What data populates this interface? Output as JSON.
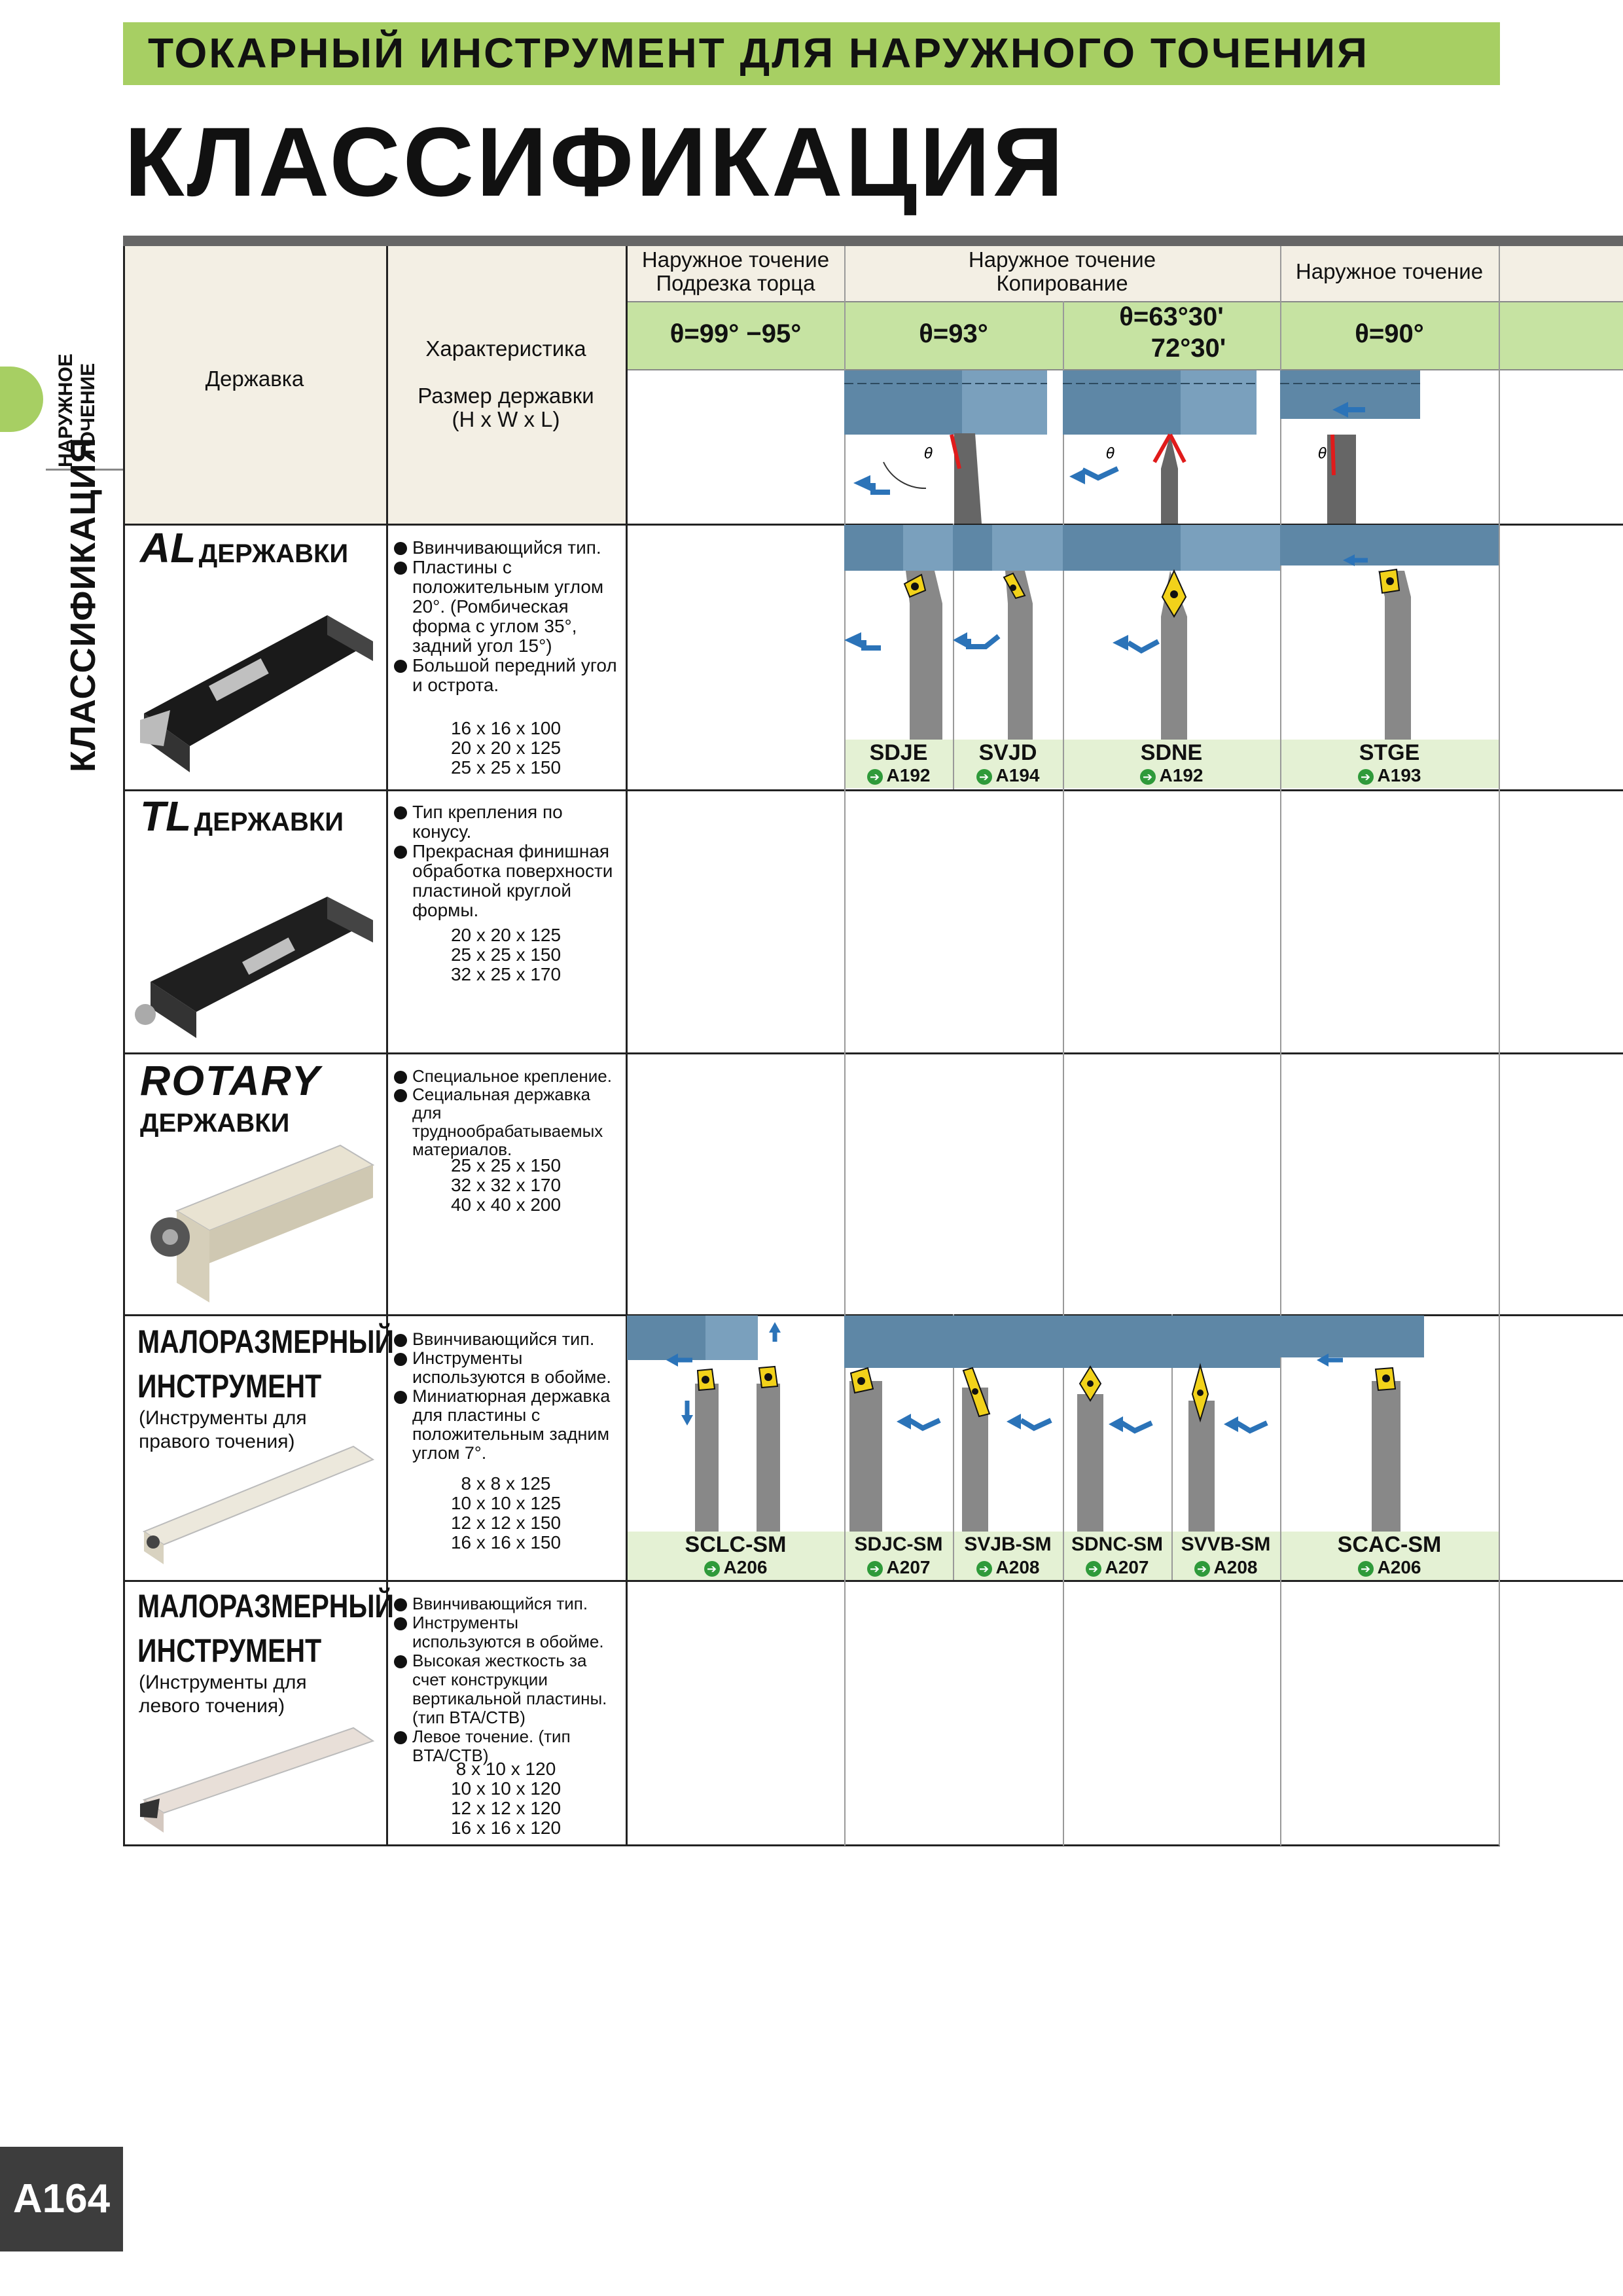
{
  "banner": "ТОКАРНЫЙ ИНСТРУМЕНТ ДЛЯ НАРУЖНОГО ТОЧЕНИЯ",
  "title": "КЛАССИФИКАЦИЯ",
  "side": {
    "small_1": "НАРУЖНОЕ",
    "small_2": "ТОЧЕНИЕ",
    "big": "КЛАССИФИКАЦИЯ"
  },
  "header": {
    "holder": "Державка",
    "characteristic": "Характеристика",
    "size_1": "Размер державки",
    "size_2": "(H x W x L)",
    "groups": [
      {
        "line1": "Наружное точение",
        "line2": "Подрезка торца"
      },
      {
        "line1": "Наружное точение",
        "line2": "Копирование"
      },
      {
        "line1": "Наружное точение",
        "line2": ""
      }
    ],
    "angles": [
      "θ=99° −95°",
      "θ=93°",
      "θ=63°30'",
      "72°30'",
      "θ=90°"
    ]
  },
  "rows": [
    {
      "name_big": "AL",
      "name_small": "ДЕРЖАВКИ",
      "bullets": [
        "Ввинчивающийся тип.",
        "Пластины с положительным углом 20°. (Ромбическая форма с углом 35°, задний угол 15°)",
        "Большой передний угол и острота."
      ],
      "sizes": [
        "16 x 16 x 100",
        "20 x 20 x 125",
        "25 x 25 x 150"
      ]
    },
    {
      "name_big": "TL",
      "name_small": "ДЕРЖАВКИ",
      "bullets": [
        "Тип крепления по конусу.",
        "Прекрасная финишная обработка поверхности пластиной круглой формы."
      ],
      "sizes": [
        "20 x 20 x 125",
        "25 x 25 x 150",
        "32 x 25 x 170"
      ]
    },
    {
      "name_big": "ROTARY",
      "name_small": "ДЕРЖАВКИ",
      "bullets": [
        "Специальное крепление.",
        "Сециальная державка для труднообрабатываемых материалов."
      ],
      "sizes": [
        "25 x 25 x 150",
        "32 x 32 x 170",
        "40 x 40 x 200"
      ]
    },
    {
      "name_big": "МАЛОРАЗМЕРНЫЙ",
      "name_big2": "ИНСТРУМЕНТ",
      "name_sub1": "(Инструменты для",
      "name_sub2": "правого точения)",
      "bullets": [
        "Ввинчивающийся тип.",
        "Инструменты используются в обойме.",
        "Миниатюрная державка для пластины с положительным задним углом 7°."
      ],
      "sizes": [
        "8 x   8 x 125",
        "10 x 10 x 125",
        "12 x 12 x 150",
        "16 x 16 x 150"
      ]
    },
    {
      "name_big": "МАЛОРАЗМЕРНЫЙ",
      "name_big2": "ИНСТРУМЕНТ",
      "name_sub1": "(Инструменты для",
      "name_sub2": "левого точения)",
      "bullets": [
        "Ввинчивающийся тип.",
        "Инструменты используются в обойме.",
        "Высокая жесткость за счет конструкции вертикальной пластины.(тип BTA/CTB)",
        "Левое точение. (тип BTA/CTB)"
      ],
      "sizes": [
        "8 x 10 x 120",
        "10 x 10 x 120",
        "12 x 12 x 120",
        "16 x 16 x 120"
      ]
    }
  ],
  "al_codes": [
    {
      "code": "SDJE",
      "ref": "A192"
    },
    {
      "code": "SVJD",
      "ref": "A194"
    },
    {
      "code": "SDNE",
      "ref": "A192"
    },
    {
      "code": "STGE",
      "ref": "A193"
    }
  ],
  "sm_codes": [
    {
      "code": "SCLC-SM",
      "ref": "A206"
    },
    {
      "code": "SDJC-SM",
      "ref": "A207"
    },
    {
      "code": "SVJB-SM",
      "ref": "A208"
    },
    {
      "code": "SDNC-SM",
      "ref": "A207"
    },
    {
      "code": "SVVB-SM",
      "ref": "A208"
    },
    {
      "code": "SCAC-SM",
      "ref": "A206"
    }
  ],
  "theta_symbol": "θ",
  "page_number": "A164",
  "colors": {
    "banner": "#a7cf63",
    "header_beige": "#f3efe4",
    "angle_green": "#c6e3a2",
    "code_green": "#e4f1d4",
    "workpiece_blue": "#5e87a6",
    "arrow_blue": "#2b73b8",
    "insert_yellow": "#f2d21a",
    "edge_red": "#e01b1b"
  }
}
